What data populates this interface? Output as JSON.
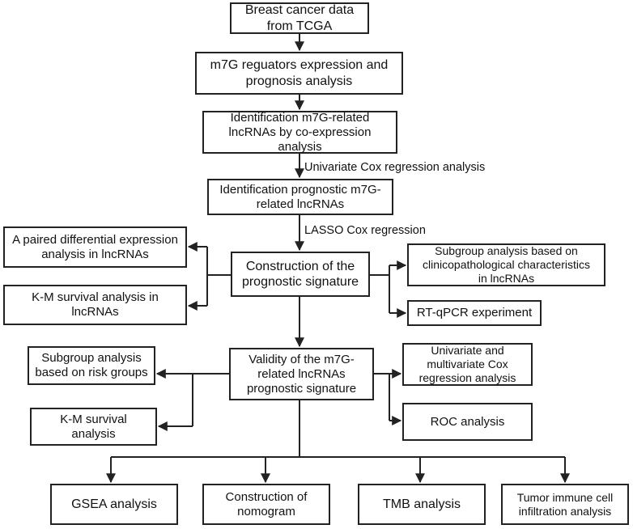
{
  "nodes": {
    "tcga": "Breast cancer data\nfrom TCGA",
    "regulators": "m7G reguators expression and\nprognosis analysis",
    "identification": "Identification m7G-related\nlncRNAs by co-expression\nanalysis",
    "prognostic_id": "Identification prognostic m7G-\nrelated lncRNAs",
    "paired": "A paired differential expression\nanalysis in lncRNAs",
    "km_lnc": "K-M survival analysis in\nlncRNAs",
    "construction": "Construction of the\nprognostic signature",
    "subgroup_clin": "Subgroup analysis based on\nclinicopathological characteristics\nin lncRNAs",
    "rtqpcr": "RT-qPCR experiment",
    "subgroup_risk": "Subgroup analysis\nbased on risk groups",
    "km_surv": "K-M survival\nanalysis",
    "validity": "Validity of the m7G-\nrelated lncRNAs\nprognostic signature",
    "cox": "Univariate and\nmultivariate Cox\nregression analysis",
    "roc": "ROC analysis",
    "gsea": "GSEA analysis",
    "nomogram": "Construction of\nnomogram",
    "tmb": "TMB analysis",
    "immune": "Tumor immune cell\ninfiltration analysis"
  },
  "edge_labels": {
    "univariate": "Univariate Cox regression analysis",
    "lasso": "LASSO Cox regression"
  }
}
